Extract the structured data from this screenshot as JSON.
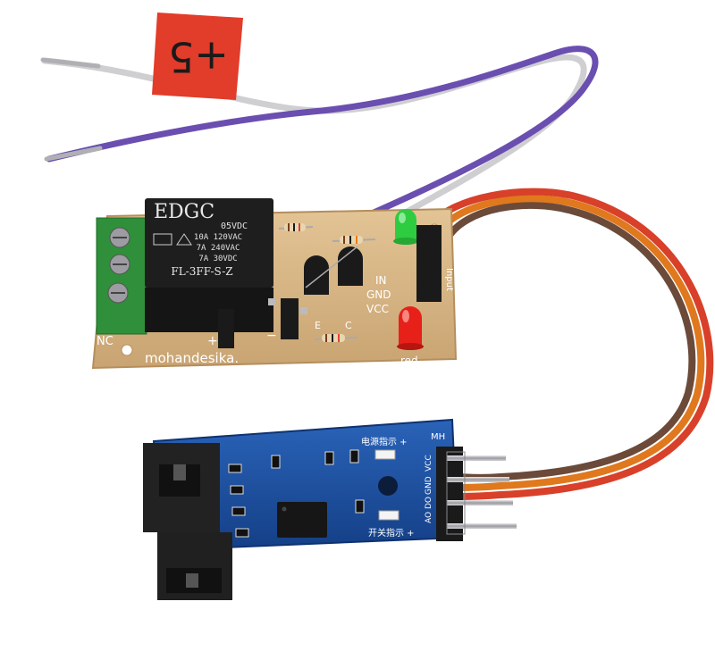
{
  "tag_label": "+5",
  "relay": {
    "brand": "EDGC",
    "coil_voltage": "05VDC",
    "rating_1": "10A 120VAC",
    "rating_2": "7A  240VAC",
    "rating_3": "7A   30VDC",
    "model": "FL-3FF-S-Z"
  },
  "relay_board": {
    "label_nc": "NC",
    "label_plus": "+",
    "label_minus": "−",
    "label_in": "IN",
    "label_gnd": "GND",
    "label_vcc": "VCC",
    "label_input": "Input",
    "label_e": "E",
    "label_c": "C",
    "label_red": "red",
    "maker": "mohandesika."
  },
  "sensor_board": {
    "label_mh": "MH",
    "label_vcc": "VCC",
    "label_gnd": "GND",
    "label_do": "DO",
    "label_ao": "AO",
    "power_indicator": "电源指示 +",
    "switch_indicator": "开关指示 +"
  },
  "colors": {
    "pcb_tan": "#d9b98a",
    "relay_body": "#1e1e1e",
    "terminal_green": "#2f8f3a",
    "sensor_blue": "#1a4fa0",
    "wire_red": "#d8402a",
    "wire_orange": "#e0781e",
    "wire_brown": "#6b4a3a",
    "wire_purple": "#6a4fb0",
    "wire_white": "#cfcfd2",
    "tag_red": "#e23c2a",
    "led_green": "#2ecc40",
    "led_red": "#e8201a"
  }
}
